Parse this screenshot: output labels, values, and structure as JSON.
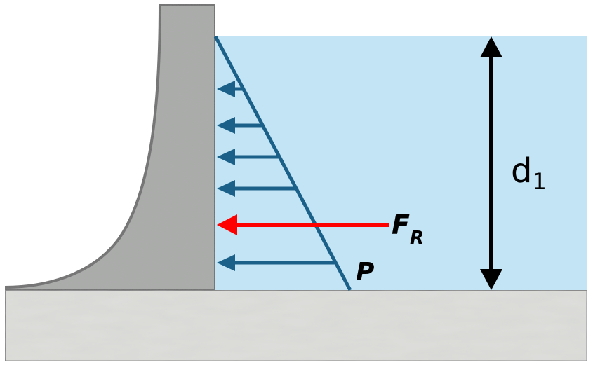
{
  "labels": {
    "depth": "d",
    "depth_subscript": "1",
    "resultant_force": "F",
    "resultant_force_subscript": "R",
    "pressure": "P"
  },
  "pressure_arrow_count": 6,
  "colors": {
    "water": "#c3e4f4",
    "dam": "#a9aaa9",
    "dam_outline": "#6d6d6d",
    "ground": "#dedfdb",
    "ground_outline": "#7d7d7d",
    "pressure": "#1a6088",
    "resultant": "#ff0000",
    "dimension": "#000000"
  }
}
